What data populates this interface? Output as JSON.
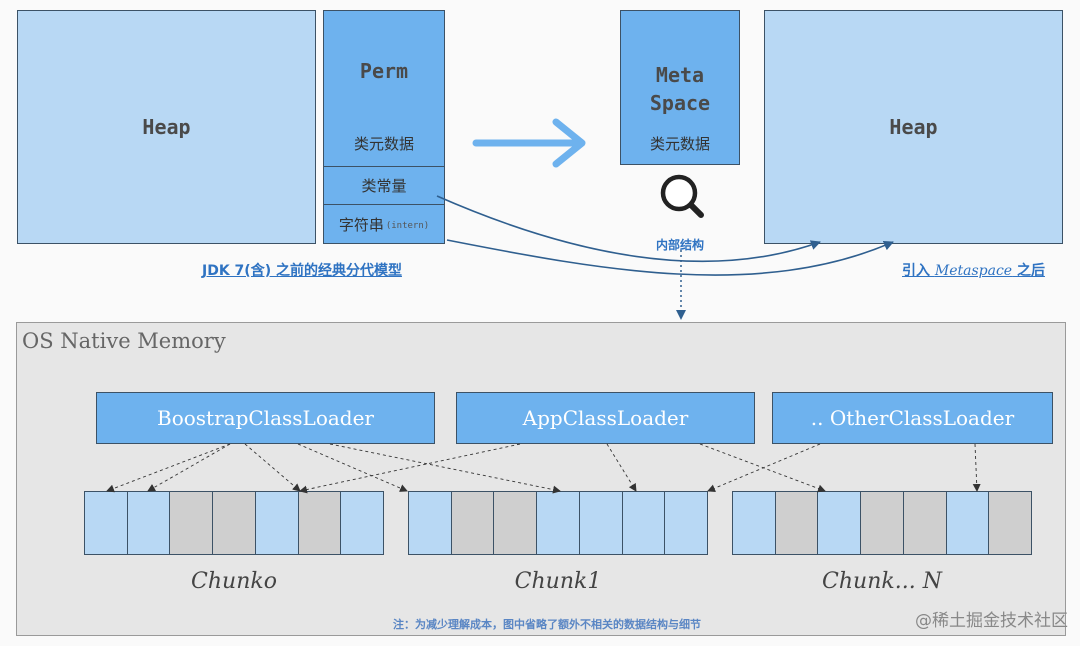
{
  "top": {
    "left_heap": "Heap",
    "perm_title": "Perm",
    "perm_class_meta": "类元数据",
    "perm_const": "类常量",
    "perm_string": "字符串",
    "perm_intern": "(intern)",
    "left_caption": "JDK 7(含) 之前的经典分代模型",
    "meta_title_1": "Meta",
    "meta_title_2": "Space",
    "meta_class_meta": "类元数据",
    "magnifier_label": "内部结构",
    "right_heap": "Heap",
    "right_caption_prefix": "引入 ",
    "right_caption_italic": "Metaspace",
    "right_caption_suffix": " 之后"
  },
  "native": {
    "title": "OS Native Memory",
    "loaders": [
      "BoostrapClassLoader",
      "AppClassLoader",
      ".. OtherClassLoader"
    ],
    "chunks": [
      {
        "label": "Chunko",
        "cells": [
          "b",
          "b",
          "g",
          "g",
          "b",
          "g",
          "b"
        ]
      },
      {
        "label": "Chunk1",
        "cells": [
          "b",
          "g",
          "g",
          "b",
          "b",
          "b",
          "b"
        ]
      },
      {
        "label": "Chunk... N",
        "cells": [
          "b",
          "g",
          "b",
          "g",
          "g",
          "b",
          "g"
        ]
      }
    ],
    "note": "注：为减少理解成本，图中省略了额外不相关的数据结构与细节"
  },
  "watermark": "@稀土掘金技术社区",
  "colors": {
    "light_blue": "#b8d8f4",
    "mid_blue": "#6eb2ee",
    "gray_cell": "#cfcfcf",
    "caption_blue": "#2f73c2",
    "arrow_blue": "#6eb2ee"
  }
}
